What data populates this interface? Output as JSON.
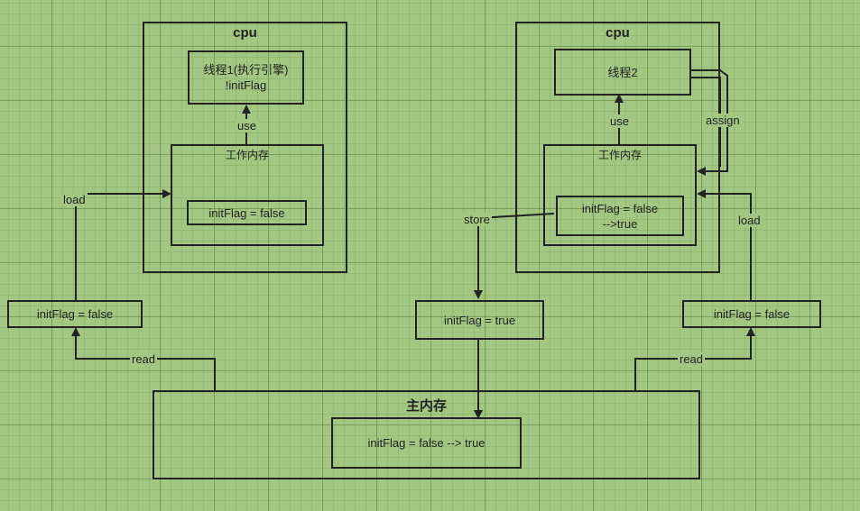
{
  "cpu_left": {
    "title": "cpu",
    "thread": {
      "line1": "线程1(执行引擎)",
      "line2": "!initFlag"
    },
    "use_label": "use",
    "working_memory": {
      "title": "工作内存",
      "value": "initFlag = false"
    }
  },
  "cpu_right": {
    "title": "cpu",
    "thread": {
      "line1": "线程2"
    },
    "use_label": "use",
    "assign_label": "assign",
    "working_memory": {
      "title": "工作内存",
      "value_line1": "initFlag = false",
      "value_line2": "-->true"
    }
  },
  "left_transfer": {
    "value": "initFlag = false",
    "load_label": "load",
    "read_label": "read"
  },
  "middle_transfer": {
    "value": "initFlag = true",
    "store_label": "store"
  },
  "right_transfer": {
    "value": "initFlag = false",
    "load_label": "load",
    "read_label": "read"
  },
  "main_memory": {
    "title": "主内存",
    "value": "initFlag = false --> true"
  },
  "colors": {
    "background": "#a3c782",
    "line": "#222222"
  }
}
